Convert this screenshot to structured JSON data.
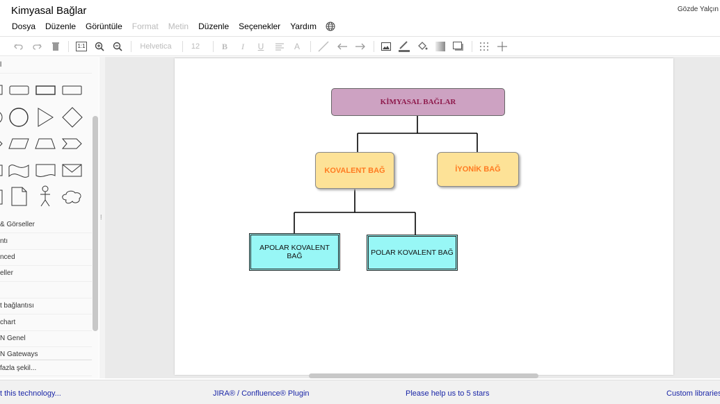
{
  "header": {
    "title": "Kimyasal Bağlar",
    "user": "Gözde Yalçın",
    "menu": [
      {
        "label": "Dosya",
        "enabled": true
      },
      {
        "label": "Düzenle",
        "enabled": true
      },
      {
        "label": "Görüntüle",
        "enabled": true
      },
      {
        "label": "Format",
        "enabled": false
      },
      {
        "label": "Metin",
        "enabled": false
      },
      {
        "label": "Düzenle",
        "enabled": true
      },
      {
        "label": "Seçenekler",
        "enabled": true
      },
      {
        "label": "Yardım",
        "enabled": true
      }
    ]
  },
  "toolbar": {
    "font_family": "Helvetica",
    "font_size": "12",
    "actual_size_label": "1:1",
    "bold_label": "B",
    "italic_label": "I",
    "underline_label": "U",
    "text_label": "A"
  },
  "sidebar": {
    "top_label": "l",
    "sections": [
      "& Görseller",
      "ntı",
      "nced",
      "eller",
      "",
      "t bağlantısı",
      "chart",
      "N Genel",
      "N Gateways"
    ],
    "more_shapes": "fazla şekil..."
  },
  "diagram": {
    "root": "KİMYASAL BAĞLAR",
    "left_child": "KOVALENT BAĞ",
    "right_child": "İYONİK BAĞ",
    "left_grandchild": "APOLAR KOVALENT BAĞ",
    "right_grandchild": "POLAR KOVALENT BAĞ",
    "colors": {
      "root_fill": "#cda2c2",
      "root_text": "#8e1a4c",
      "mid_fill": "#fde297",
      "mid_text": "#ff7b21",
      "leaf_fill": "#98f7f6"
    }
  },
  "footer": {
    "links": [
      "t this technology...",
      "JIRA® / Confluence® Plugin",
      "Please help us to 5 stars",
      "Custom libraries"
    ]
  }
}
